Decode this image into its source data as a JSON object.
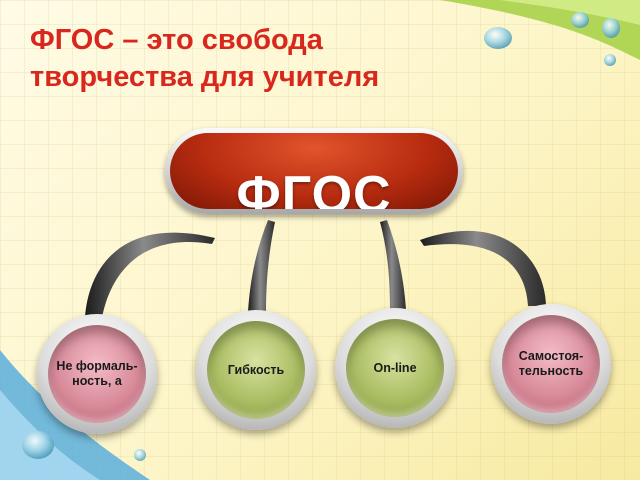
{
  "title": {
    "line1": "ФГОС – это свобода",
    "line2": "творчества для учителя"
  },
  "hub": {
    "label": "ФГОС"
  },
  "nodes": [
    {
      "label": "Не формаль-ность, а"
    },
    {
      "label": "Гибкость"
    },
    {
      "label": "On-line"
    },
    {
      "label": "Самостоя-тельность"
    }
  ],
  "colors": {
    "title": "#d8281e",
    "hub": "#b82c10",
    "node_pink": "#d88a99",
    "node_green": "#aabd62"
  }
}
